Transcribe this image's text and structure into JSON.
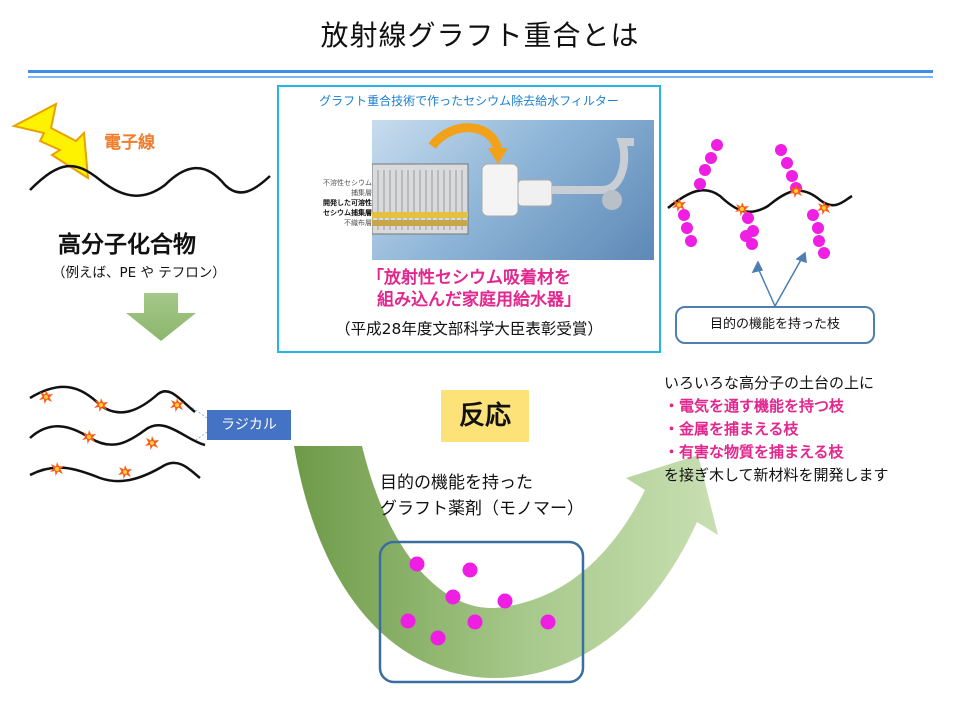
{
  "title": "放射線グラフト重合とは",
  "electron_beam_label": "電子線",
  "polymer_label": "高分子化合物",
  "polymer_example": "（例えば、PE や テフロン）",
  "photo": {
    "caption": "グラフト重合技術で作ったセシウム除去給水フィルター",
    "layer_labels": [
      "不溶性セシウム",
      "捕集層",
      "開発した可溶性",
      "セシウム捕集層",
      "不織布層"
    ],
    "title_line1": "「放射性セシウム吸着材を",
    "title_line2": "組み込んだ家庭用給水器」",
    "award": "（平成28年度文部科学大臣表彰受賞）"
  },
  "radical_label": "ラジカル",
  "reaction_label": "反応",
  "monomer_line1": "目的の機能を持った",
  "monomer_line2": "グラフト薬剤（モノマー）",
  "branch_label": "目的の機能を持った枝",
  "right_text": {
    "intro": "いろいろな高分子の土台の上に",
    "items": [
      "・電気を通す機能を持つ枝",
      "・金属を捕まえる枝",
      "・有害な物質を捕まえる枝"
    ],
    "outro": "を接ぎ木して新材料を開発します"
  },
  "colors": {
    "accent_blue": "#3d8ee6",
    "highlight_pink": "#e2288f",
    "monomer_magenta": "#ee1ee3",
    "arrow_green": "#7fa85a",
    "radical_blue": "#4472c4",
    "reaction_yellow": "#fde27a",
    "electron_orange": "#ef7d2d"
  },
  "icons": [
    "lightning-bolt-icon",
    "radical-star-icon",
    "down-arrow-icon",
    "curved-green-arrow-icon"
  ]
}
